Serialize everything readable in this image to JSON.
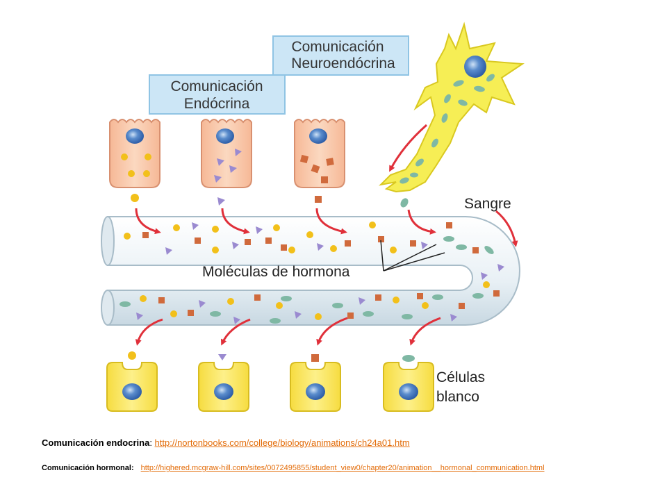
{
  "labels": {
    "endocrine_box": [
      "Comunicación",
      "Endócrina"
    ],
    "neuroendocrine_box": [
      "Comunicación",
      "Neuroendócrina"
    ],
    "blood": "Sangre",
    "hormone_molecules": "Moléculas de hormona",
    "target_cells": [
      "Células",
      "blanco"
    ]
  },
  "references": [
    {
      "label": "Comunicación endocrina",
      "separator": ": ",
      "url": "http://nortonbooks.com/college/biology/animations/ch24a01.htm"
    },
    {
      "label": "Comunicación hormonal:",
      "separator": "",
      "url": "http://highered.mcgraw-hill.com/sites/0072495855/student_view0/chapter20/animation__hormonal_communication.html"
    }
  ],
  "colors": {
    "secretory_cell": "#f8c8a8",
    "target_cell": "#fbe66a",
    "neuron": "#f6ee55",
    "vessel": "#eef4f8",
    "label_box": "#cce6f6",
    "arrow": "#e0303a",
    "hormone_circle": "#f2c01a",
    "hormone_triangle": "#9a8ad0",
    "hormone_square": "#d06a3c",
    "hormone_oval": "#7fb8a4",
    "nucleus": "#3a6db0",
    "link": "#e36c09"
  }
}
